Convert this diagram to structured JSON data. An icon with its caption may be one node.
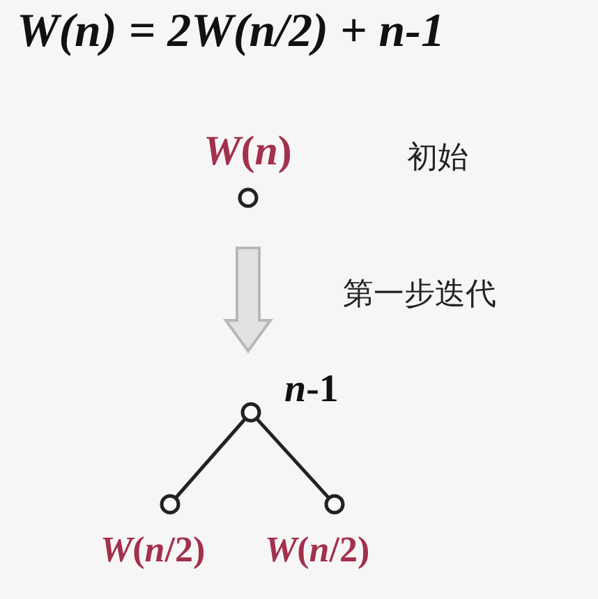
{
  "diagram": {
    "title": "W(n) = 2W(n/2) + n-1",
    "labels": [
      "初始"
    ],
    "nodes": [
      {
        "text": [
          "*W*(*n*)"
        ]
      },
      {
        "text": [
          "*n*-1"
        ]
      },
      {
        "text": [
          "*W*(*n*/2)"
        ]
      },
      {
        "text": [
          "*W*(*n*/2)"
        ]
      }
    ],
    "edges": [
      {
        "from": 0,
        "to": 1,
        "arrow": "to",
        "label": "第一步迭代",
        "style": "thick",
        "color": "#b8b8b8"
      },
      {
        "from": 1,
        "to": 2,
        "arrow": "none"
      },
      {
        "from": 1,
        "to": 3,
        "arrow": "none"
      }
    ]
  }
}
